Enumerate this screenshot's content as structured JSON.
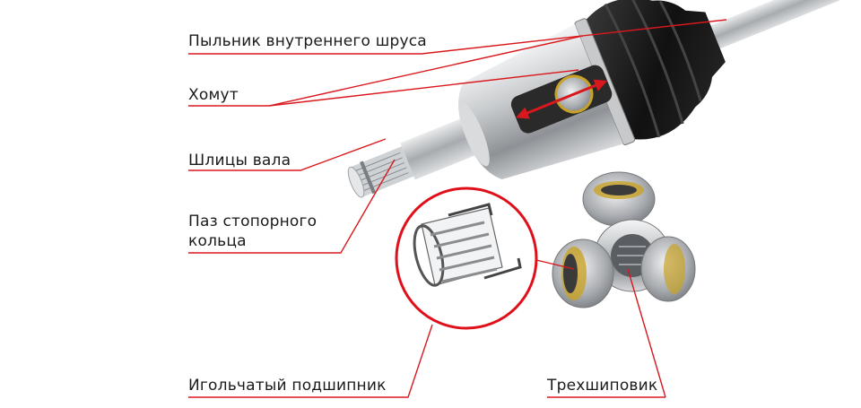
{
  "labels": {
    "boot": "Пыльник внутреннего шруса",
    "clamp": "Хомут",
    "splines": "Шлицы вала",
    "groove": "Паз стопорного кольца",
    "needle_bearing": "Игольчатый подшипник",
    "tripod": "Трехшиповик"
  },
  "colors": {
    "leader": "#d9181e",
    "boot": "#1a1a1a",
    "metal": "#b9bcbf",
    "ring": "#e0101a",
    "bearing_cage": "#c8a227"
  }
}
